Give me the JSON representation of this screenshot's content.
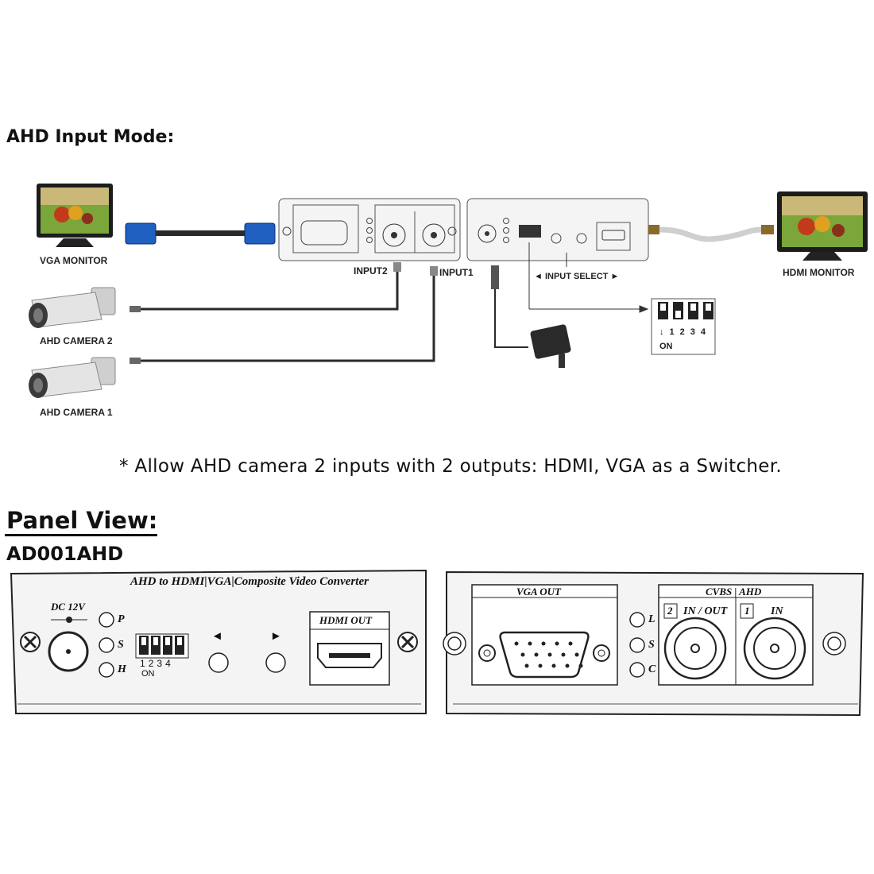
{
  "diagram": {
    "mode_heading": "AHD Input Mode:",
    "devices": {
      "vga_monitor": "VGA MONITOR",
      "hdmi_monitor": "HDMI MONITOR",
      "camera2": "AHD CAMERA 2",
      "camera1": "AHD CAMERA 1"
    },
    "ports": {
      "input2": "INPUT2",
      "input1": "INPUT1",
      "input_select": "INPUT SELECT"
    },
    "dip": {
      "numbers": [
        "1",
        "2",
        "3",
        "4"
      ],
      "on": "ON",
      "arrow": "↓"
    },
    "note": "* Allow AHD camera 2 inputs with 2 outputs: HDMI, VGA as a Switcher."
  },
  "panel": {
    "heading": "Panel View:",
    "model": "AD001AHD",
    "front": {
      "title": "AHD to HDMI|VGA|Composite Video Converter",
      "dc": "DC 12V",
      "leds": [
        "P",
        "S",
        "H"
      ],
      "dip_numbers": [
        "1",
        "2",
        "3",
        "4"
      ],
      "dip_on": "ON",
      "left_arrow": "◄",
      "right_arrow": "►",
      "hdmi_out": "HDMI OUT"
    },
    "back": {
      "vga_out": "VGA OUT",
      "leds": [
        "L",
        "S",
        "C"
      ],
      "cvbs_ahd": "CVBS | AHD",
      "ch2_num": "2",
      "ch2_label": "IN / OUT",
      "ch1_num": "1",
      "ch1_label": "IN"
    }
  },
  "colors": {
    "vga_connector": "#1f5fbf",
    "cable_dark": "#2a2a2a",
    "hdmi_cable": "#d8d8d8",
    "panel_fill": "#f4f4f4"
  }
}
